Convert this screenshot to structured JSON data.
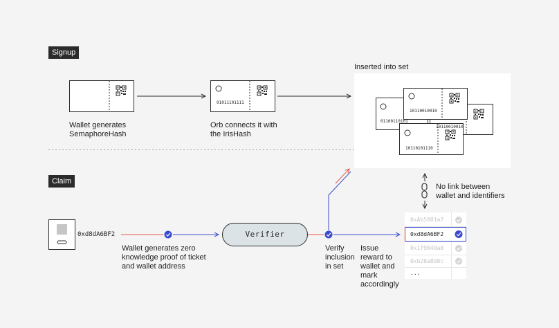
{
  "sections": {
    "signup": "Signup",
    "claim": "Claim"
  },
  "signup": {
    "step1_caption": [
      "Wallet generates",
      "SemaphoreHash"
    ],
    "step2_caption": [
      "Orb connects it with",
      "the IrisHash"
    ],
    "step2_bits": "01011101111",
    "set_title": "Inserted into set",
    "set_tickets": [
      "10110010010",
      "01100110101",
      "10110010010",
      "10110101110"
    ]
  },
  "claim": {
    "wallet_address": "0xd8dA6BF2",
    "proof_caption": [
      "Wallet generates zero",
      "knowledge proof of ticket",
      "and wallet address"
    ],
    "verifier_label": "Verifier",
    "verify_caption": [
      "Verify",
      "inclusion",
      "in set"
    ],
    "issue_caption": [
      "Issue",
      "reward to",
      "wallet and",
      "mark",
      "accordingly"
    ],
    "no_link_caption": [
      "No link between",
      "wallet and identifiers"
    ],
    "address_list": [
      "0xAb5801a7",
      "0xd8dA6BF2",
      "0x1f9840a8",
      "0xb28a808c",
      "..."
    ],
    "highlighted_address": "0xd8dA6BF2"
  },
  "colors": {
    "accent_red": "#e4574d",
    "accent_blue": "#3b4bd1",
    "line": "#2b2b2b",
    "verifier_fill": "#dce3e6"
  }
}
